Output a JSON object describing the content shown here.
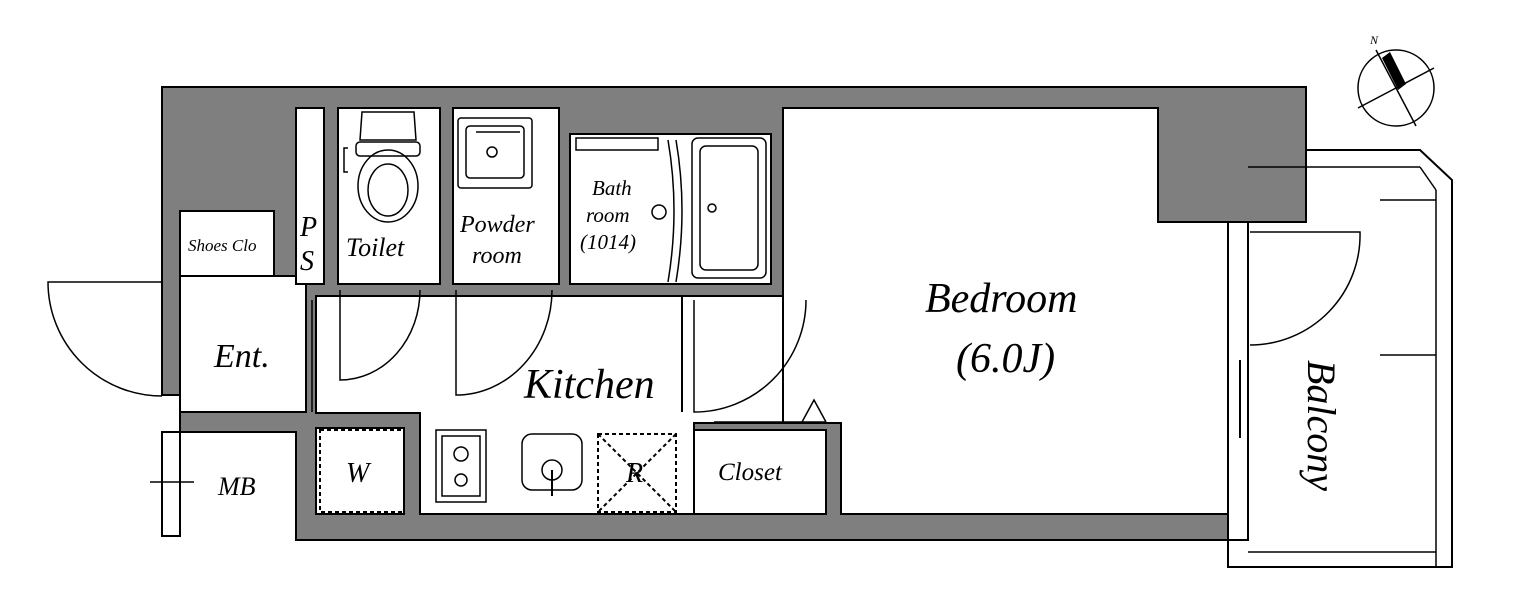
{
  "rooms": {
    "shoes_closet": "Shoes Clo",
    "ps_top": "P",
    "ps_bottom": "S",
    "toilet": "Toilet",
    "powder_line1": "Powder",
    "powder_line2": "room",
    "bath_line1": "Bath",
    "bath_line2": "room",
    "bath_line3": "(1014)",
    "entrance": "Ent.",
    "kitchen": "Kitchen",
    "washer": "W",
    "refrigerator": "R",
    "closet": "Closet",
    "bedroom": "Bedroom",
    "bedroom_size": "(6.0J)",
    "balcony": "Balcony",
    "meter_box": "MB"
  },
  "compass": {
    "north_label": "N"
  },
  "colors": {
    "wall": "#7f7f7f",
    "line": "#000000",
    "background": "#ffffff"
  }
}
